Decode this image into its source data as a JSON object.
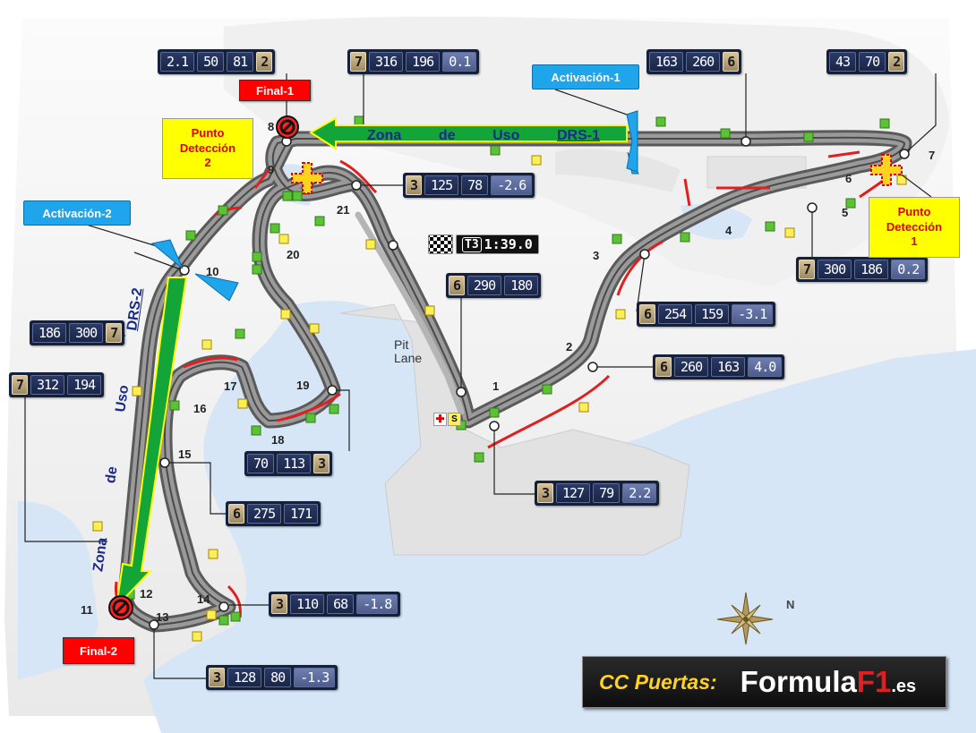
{
  "panels": {
    "p1": [
      {
        "t": "2.1"
      },
      {
        "t": "50"
      },
      {
        "t": "81"
      },
      {
        "t": "2",
        "g": true
      }
    ],
    "p2": [
      {
        "t": "7",
        "g": true
      },
      {
        "t": "316"
      },
      {
        "t": "196"
      },
      {
        "t": "0.1",
        "d": true
      }
    ],
    "p3": [
      {
        "t": "163"
      },
      {
        "t": "260"
      },
      {
        "t": "6",
        "g": true
      }
    ],
    "p4": [
      {
        "t": "43"
      },
      {
        "t": "70"
      },
      {
        "t": "2",
        "g": true
      }
    ],
    "p5": [
      {
        "t": "3",
        "g": true
      },
      {
        "t": "125"
      },
      {
        "t": "78"
      },
      {
        "t": "-2.6",
        "d": true
      }
    ],
    "p6": [
      {
        "t": "6",
        "g": true
      },
      {
        "t": "290"
      },
      {
        "t": "180"
      }
    ],
    "p7": [
      {
        "t": "7",
        "g": true
      },
      {
        "t": "300"
      },
      {
        "t": "186"
      },
      {
        "t": "0.2",
        "d": true
      }
    ],
    "p8": [
      {
        "t": "6",
        "g": true
      },
      {
        "t": "254"
      },
      {
        "t": "159"
      },
      {
        "t": "-3.1",
        "d": true
      }
    ],
    "p9": [
      {
        "t": "6",
        "g": true
      },
      {
        "t": "260"
      },
      {
        "t": "163"
      },
      {
        "t": "4.0",
        "d": true
      }
    ],
    "p10": [
      {
        "t": "186"
      },
      {
        "t": "300"
      },
      {
        "t": "7",
        "g": true
      }
    ],
    "p11": [
      {
        "t": "7",
        "g": true
      },
      {
        "t": "312"
      },
      {
        "t": "194"
      }
    ],
    "p12": [
      {
        "t": "70"
      },
      {
        "t": "113"
      },
      {
        "t": "3",
        "g": true
      }
    ],
    "p13": [
      {
        "t": "3",
        "g": true
      },
      {
        "t": "127"
      },
      {
        "t": "79"
      },
      {
        "t": "2.2",
        "d": true
      }
    ],
    "p14": [
      {
        "t": "6",
        "g": true
      },
      {
        "t": "275"
      },
      {
        "t": "171"
      }
    ],
    "p15": [
      {
        "t": "3",
        "g": true
      },
      {
        "t": "110"
      },
      {
        "t": "68"
      },
      {
        "t": "-1.8",
        "d": true
      }
    ],
    "p16": [
      {
        "t": "3",
        "g": true
      },
      {
        "t": "128"
      },
      {
        "t": "80"
      },
      {
        "t": "-1.3",
        "d": true
      }
    ]
  },
  "sector_time": {
    "sector": "T3",
    "time": "1:39.0"
  },
  "labels": {
    "final1": "Final-1",
    "final2": "Final-2",
    "activation1": "Activación-1",
    "activation2": "Activación-2",
    "detection1_line1": "Punto",
    "detection1_line2": "Detección",
    "detection1_line3": "1",
    "detection2_line1": "Punto",
    "detection2_line2": "Detección",
    "detection2_line3": "2",
    "drs1_w1": "Zona",
    "drs1_w2": "de",
    "drs1_w3": "Uso",
    "drs1_w4": "DRS-1",
    "drs2_w1": "Zona",
    "drs2_w2": "de",
    "drs2_w3": "Uso",
    "drs2_w4": "DRS-2",
    "pit_line1": "Pit",
    "pit_line2": "Lane",
    "north": "N"
  },
  "turns": {
    "t1": "1",
    "t2": "2",
    "t3": "3",
    "t4": "4",
    "t5": "5",
    "t6": "6",
    "t7": "7",
    "t8": "8",
    "t9": "9",
    "t10": "10",
    "t11": "11",
    "t12": "12",
    "t13": "13",
    "t14": "14",
    "t15": "15",
    "t16": "16",
    "t17": "17",
    "t18": "18",
    "t19": "19",
    "t20": "20",
    "t21": "21"
  },
  "branding": {
    "author": "CC Puertas:",
    "site_main": "Formula",
    "site_f1": "F1",
    "site_domain": ".es"
  },
  "colors": {
    "drs_arrow": "#13a538",
    "drs_arrow_border": "#ffff00",
    "final_box": "#ff0000",
    "activation_box": "#1fa5ec",
    "detection_box": "#ffff00",
    "water": "#d6e6f6"
  }
}
